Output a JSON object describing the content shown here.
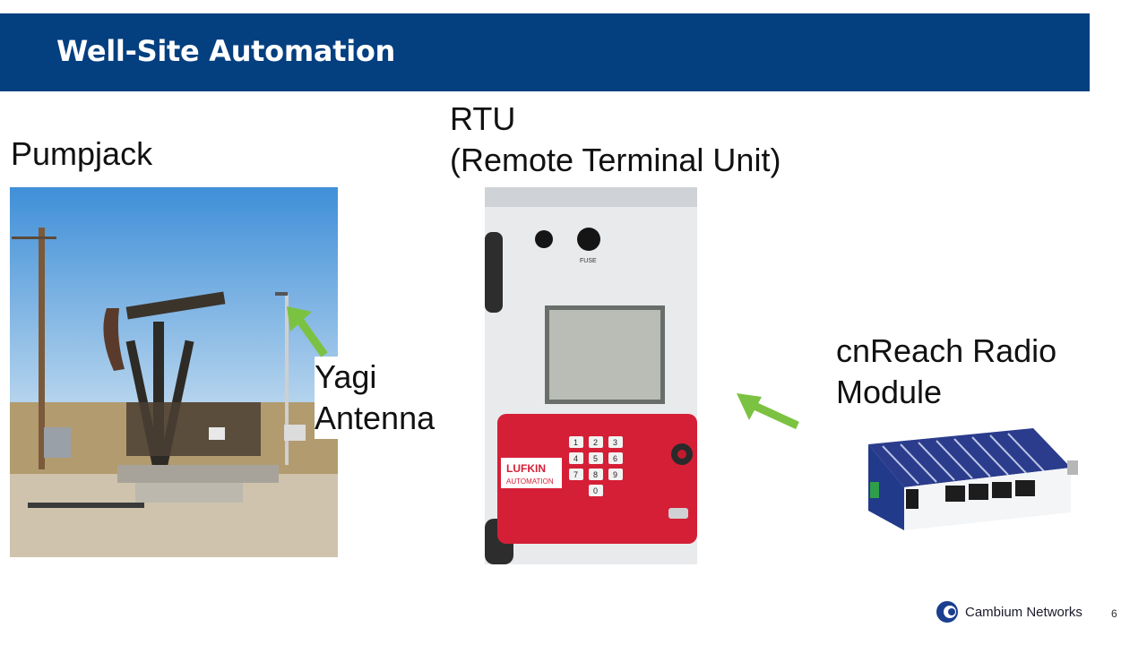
{
  "slide": {
    "title": "Well-Site Automation",
    "page_number": "6"
  },
  "labels": {
    "pumpjack": "Pumpjack",
    "rtu_line1": "RTU",
    "rtu_line2": "(Remote Terminal Unit)",
    "yagi_line1": "Yagi",
    "yagi_line2": "Antenna",
    "cnreach_line1": "cnReach Radio",
    "cnreach_line2": "Module"
  },
  "rtu_panel": {
    "fuse_label": "FUSE",
    "brand_line1": "LUFKIN",
    "brand_line2": "AUTOMATION",
    "keys": [
      "1",
      "2",
      "3",
      "4",
      "5",
      "6",
      "7",
      "8",
      "9",
      "0"
    ]
  },
  "footer": {
    "brand": "Cambium Networks"
  },
  "colors": {
    "title_bar": "#043f80",
    "arrow": "#7cc242",
    "rtu_red": "#d51f36"
  }
}
